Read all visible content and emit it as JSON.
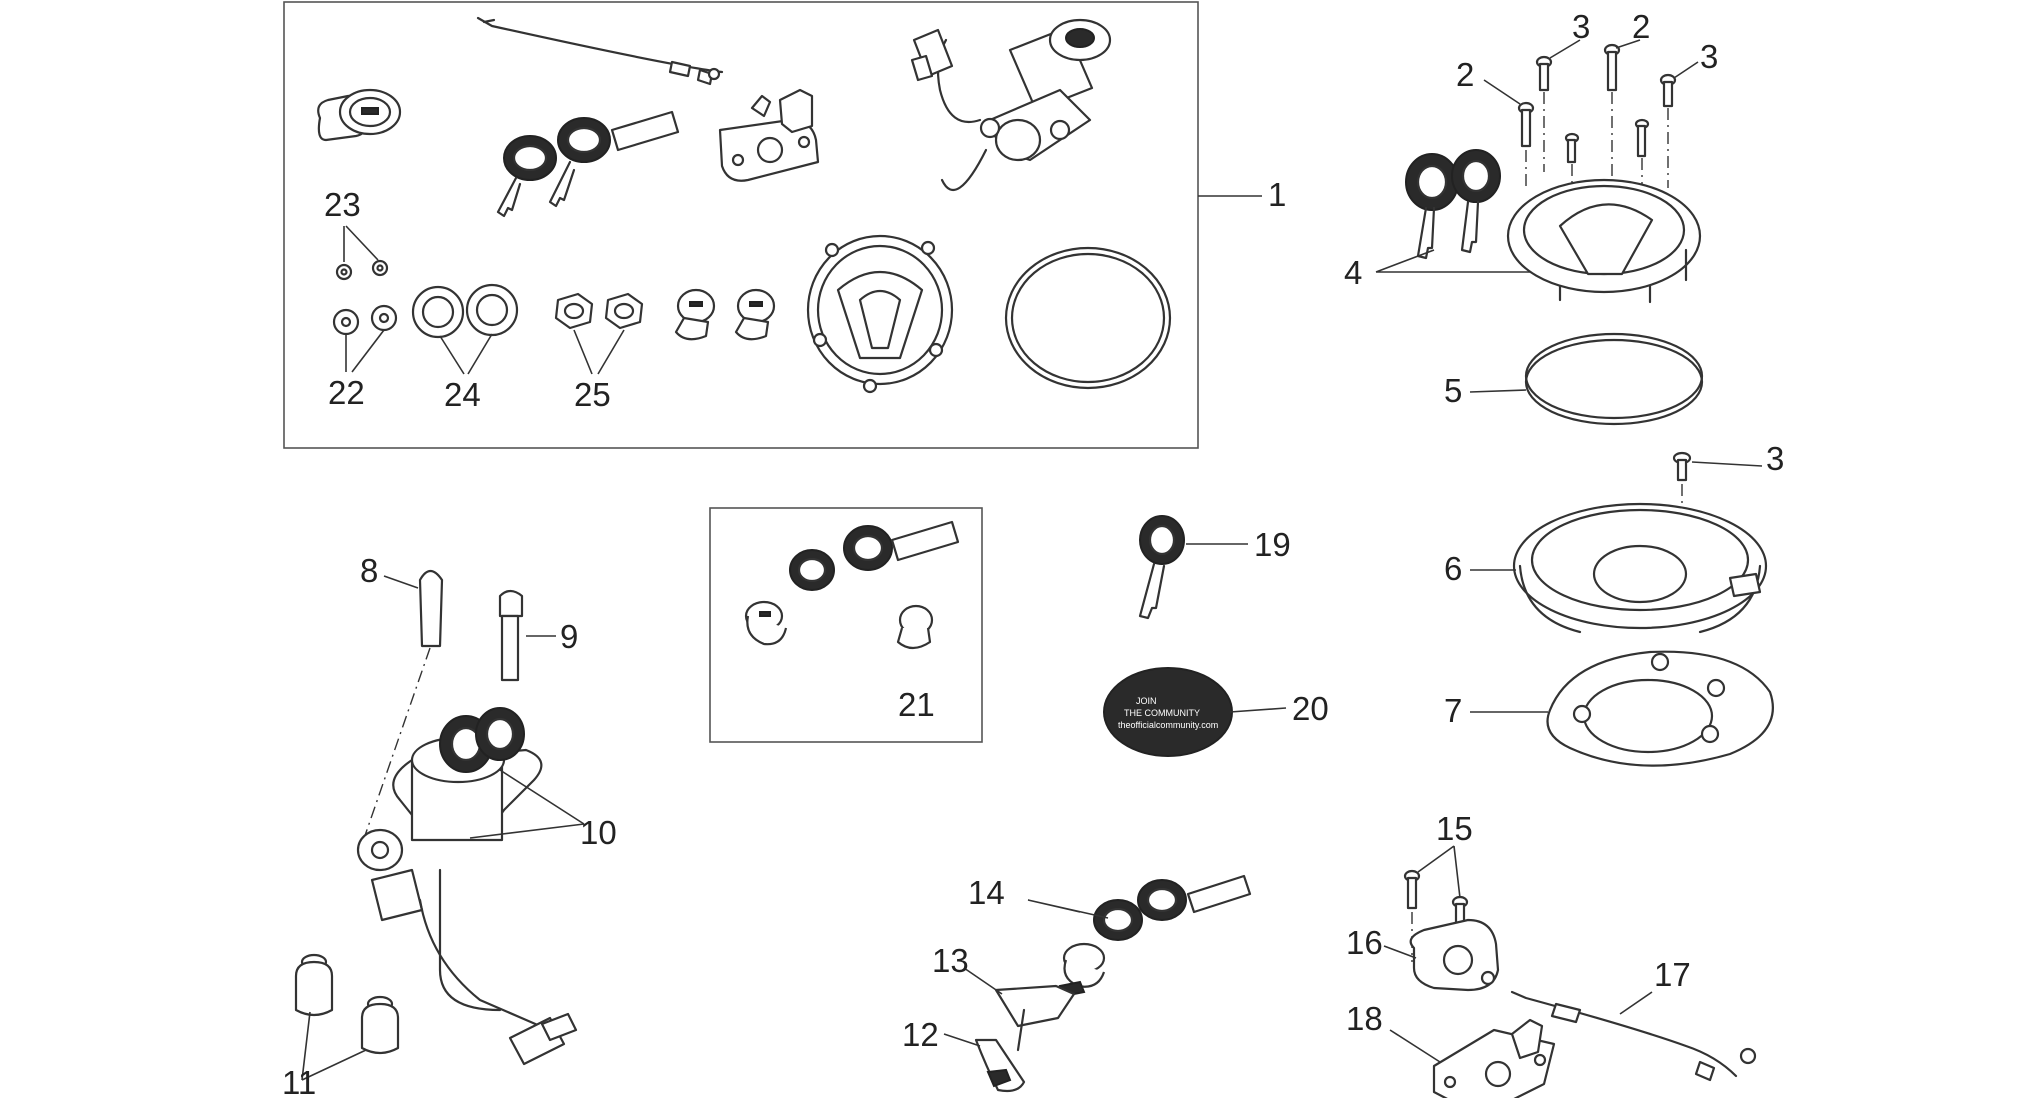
{
  "callouts": {
    "c1": "1",
    "c2a": "2",
    "c2b": "2",
    "c3a": "3",
    "c3b": "3",
    "c3c": "3",
    "c4": "4",
    "c5": "5",
    "c6": "6",
    "c7": "7",
    "c8": "8",
    "c9": "9",
    "c10": "10",
    "c11": "11",
    "c12": "12",
    "c13": "13",
    "c14": "14",
    "c15": "15",
    "c16": "16",
    "c17": "17",
    "c18": "18",
    "c19": "19",
    "c20": "20",
    "c21": "21",
    "c22": "22",
    "c23": "23",
    "c24": "24",
    "c25": "25"
  },
  "tag_text": {
    "line1": "JOIN",
    "line2": "THE COMMUNITY",
    "line3": "theofficialcommunity.com"
  }
}
